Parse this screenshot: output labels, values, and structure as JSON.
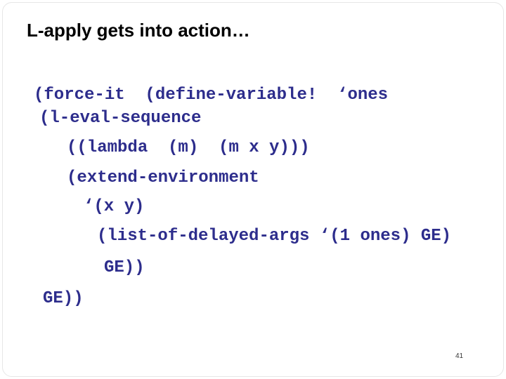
{
  "slide": {
    "title": "L-apply gets into action…",
    "code_color": "#2d2d8c",
    "title_color": "#000000",
    "code_lines": [
      "(force-it  (define-variable!  ‘ones",
      "(l-eval-sequence",
      "((lambda  (m)  (m x y)))",
      "(extend-environment",
      "‘(x y)",
      "(list-of-delayed-args ‘(1 ones) GE)",
      "GE))",
      "GE))"
    ],
    "page_number": "41"
  }
}
